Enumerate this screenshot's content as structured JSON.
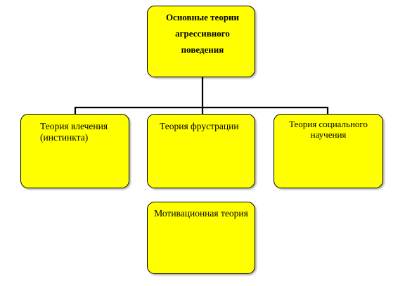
{
  "diagram": {
    "root": {
      "title": "Основные теории агрессивного поведения"
    },
    "children": [
      {
        "label": "Теория влечения (инстинкта)"
      },
      {
        "label": "Теория фрустрации"
      },
      {
        "label": "Теория социального научения"
      }
    ],
    "extra": {
      "label": "Мотивационная теория"
    },
    "colors": {
      "box_fill": "#ffff00",
      "outline": "#000000",
      "connector": "#000000"
    }
  }
}
